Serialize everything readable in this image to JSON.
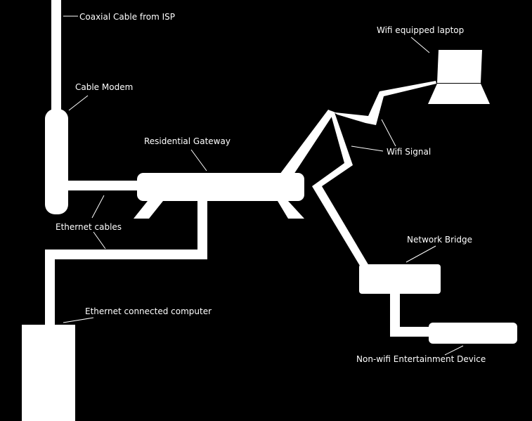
{
  "colors": {
    "background": "#000000",
    "foreground": "#ffffff"
  },
  "labels": {
    "coax": "Coaxial Cable from ISP",
    "modem": "Cable Modem",
    "gateway": "Residential Gateway",
    "laptop": "Wifi equipped laptop",
    "wifi": "Wifi Signal",
    "ethernet": "Ethernet cables",
    "bridge": "Network Bridge",
    "computer": "Ethernet connected computer",
    "entertainment": "Non-wifi Entertainment Device"
  }
}
